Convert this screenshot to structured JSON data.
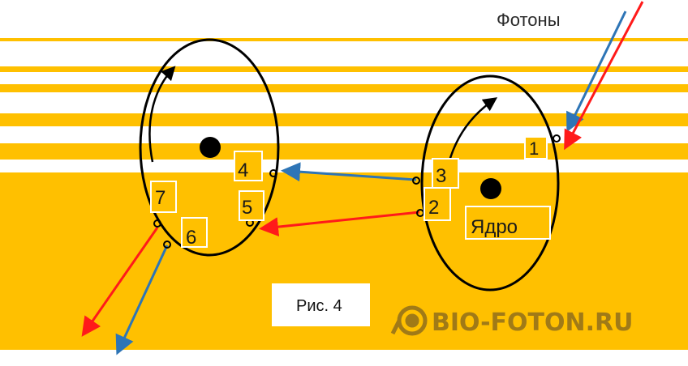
{
  "photons_label": "Фотоны",
  "nucleus_label": "Ядро",
  "figure_label": "Рис. 4",
  "brand": "BIO-FOTON.RU",
  "points": [
    "1",
    "2",
    "3",
    "4",
    "5",
    "6",
    "7"
  ],
  "colors": {
    "band": "#FFC000",
    "red_arrow": "#FF1A1A",
    "blue_arrow": "#2E75B6",
    "outline": "#000000",
    "brand": "#A07A17"
  }
}
